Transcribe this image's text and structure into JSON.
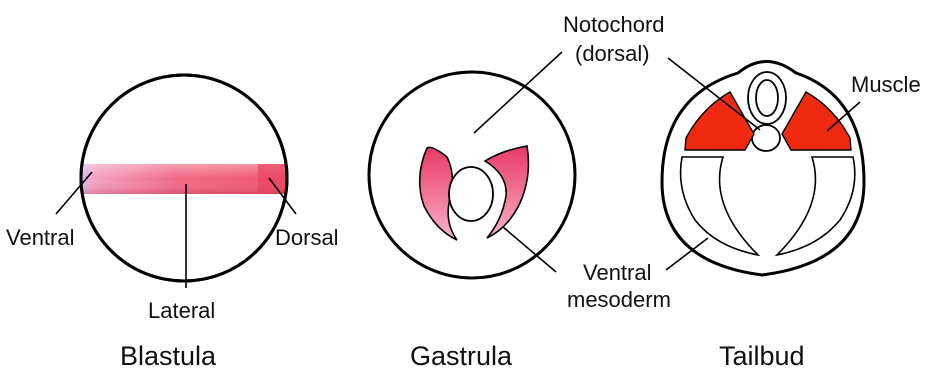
{
  "panels": {
    "blastula": {
      "title": "Blastula",
      "labels": {
        "ventral": "Ventral",
        "lateral": "Lateral",
        "dorsal": "Dorsal"
      }
    },
    "gastrula": {
      "title": "Gastrula",
      "labels": {
        "notochord_line1": "Notochord",
        "notochord_line2": "(dorsal)"
      }
    },
    "tailbud": {
      "title": "Tailbud",
      "labels": {
        "muscle": "Muscle",
        "ventral_mesoderm_line1": "Ventral",
        "ventral_mesoderm_line2": "mesoderm"
      }
    }
  },
  "colors": {
    "band_pink": "#f0607a",
    "band_light": "#c9b8f0",
    "muscle_red": "#f02a10",
    "outline": "#000000"
  }
}
